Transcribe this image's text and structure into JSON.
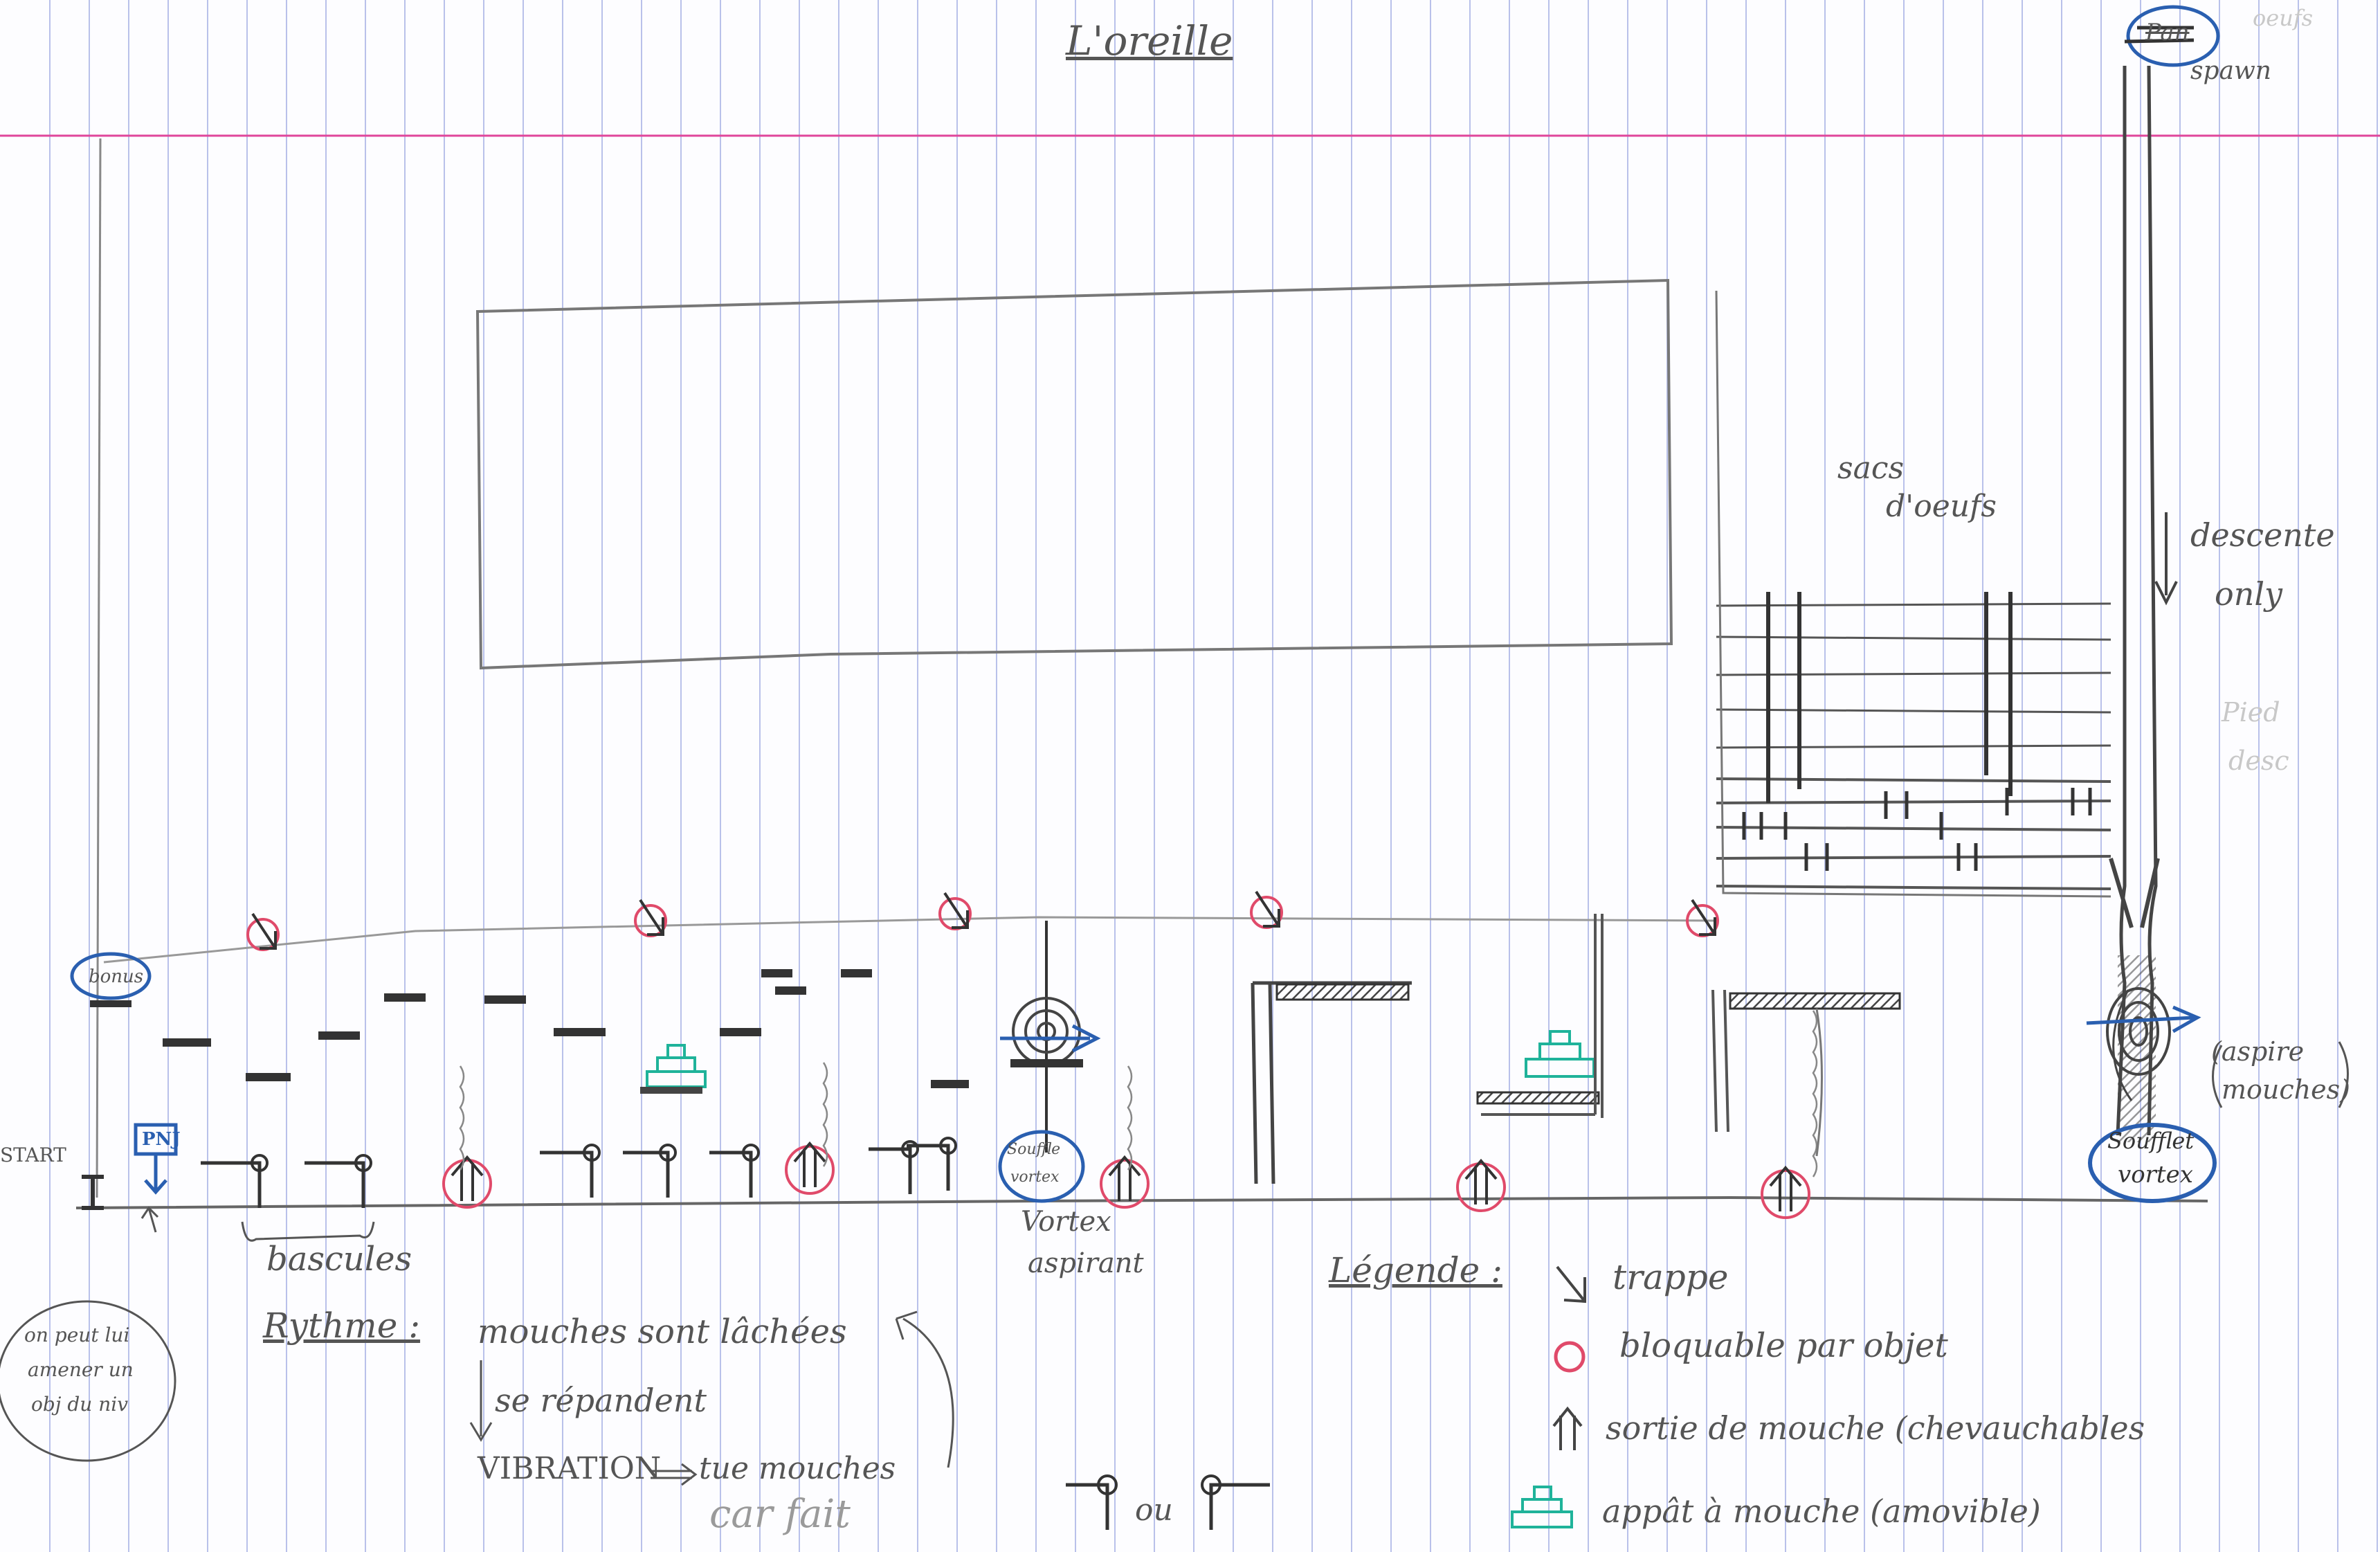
{
  "title": "L'oreille",
  "top_right": {
    "circled": "Pan",
    "label": "spawn",
    "faint": "oeufs"
  },
  "labels": {
    "start": "START",
    "bonus": "bonus",
    "pnj": "PNJ",
    "bascules": "bascules",
    "sacs_line1": "sacs",
    "sacs_line2": "d'oeufs",
    "descente_line1": "descente",
    "descente_line2": "only",
    "faint_right_line1": "Pied",
    "faint_right_line2": "desc",
    "souffle_line1": "Souffle",
    "souffle_line2": "vortex",
    "vortex_line1": "Vortex",
    "vortex_line2": "aspirant",
    "soufflet_line1": "Soufflet",
    "soufflet_line2": "vortex",
    "aspire_line1": "(aspire",
    "aspire_line2": "mouches)"
  },
  "note_bubble": [
    "on peut lui",
    "amener un",
    "obj du niv"
  ],
  "rythme": {
    "heading": "Rythme :",
    "line1": "mouches sont lâchées",
    "line2": "se répandent",
    "line3_caps": "VIBRATION",
    "line3_rest": "tue mouches",
    "line4": "car fait"
  },
  "bottom_ou": "ou",
  "legend": {
    "heading": "Légende :",
    "items": [
      {
        "symbol": "arrow",
        "text": "trappe"
      },
      {
        "symbol": "circle",
        "text": "bloquable par objet"
      },
      {
        "symbol": "double-arrow",
        "text": "sortie de mouche (chevauchables"
      },
      {
        "symbol": "bait",
        "text": "appât à mouche (amovible)"
      }
    ]
  },
  "colors": {
    "pencil": "#555555",
    "paper": "#fdfdff",
    "rule_line": "#b9c1ea",
    "margin_line": "#e0469b",
    "pink_circle": "#e04a6a",
    "blue_marker": "#2a5fb0",
    "teal_bait": "#1fb39a"
  }
}
